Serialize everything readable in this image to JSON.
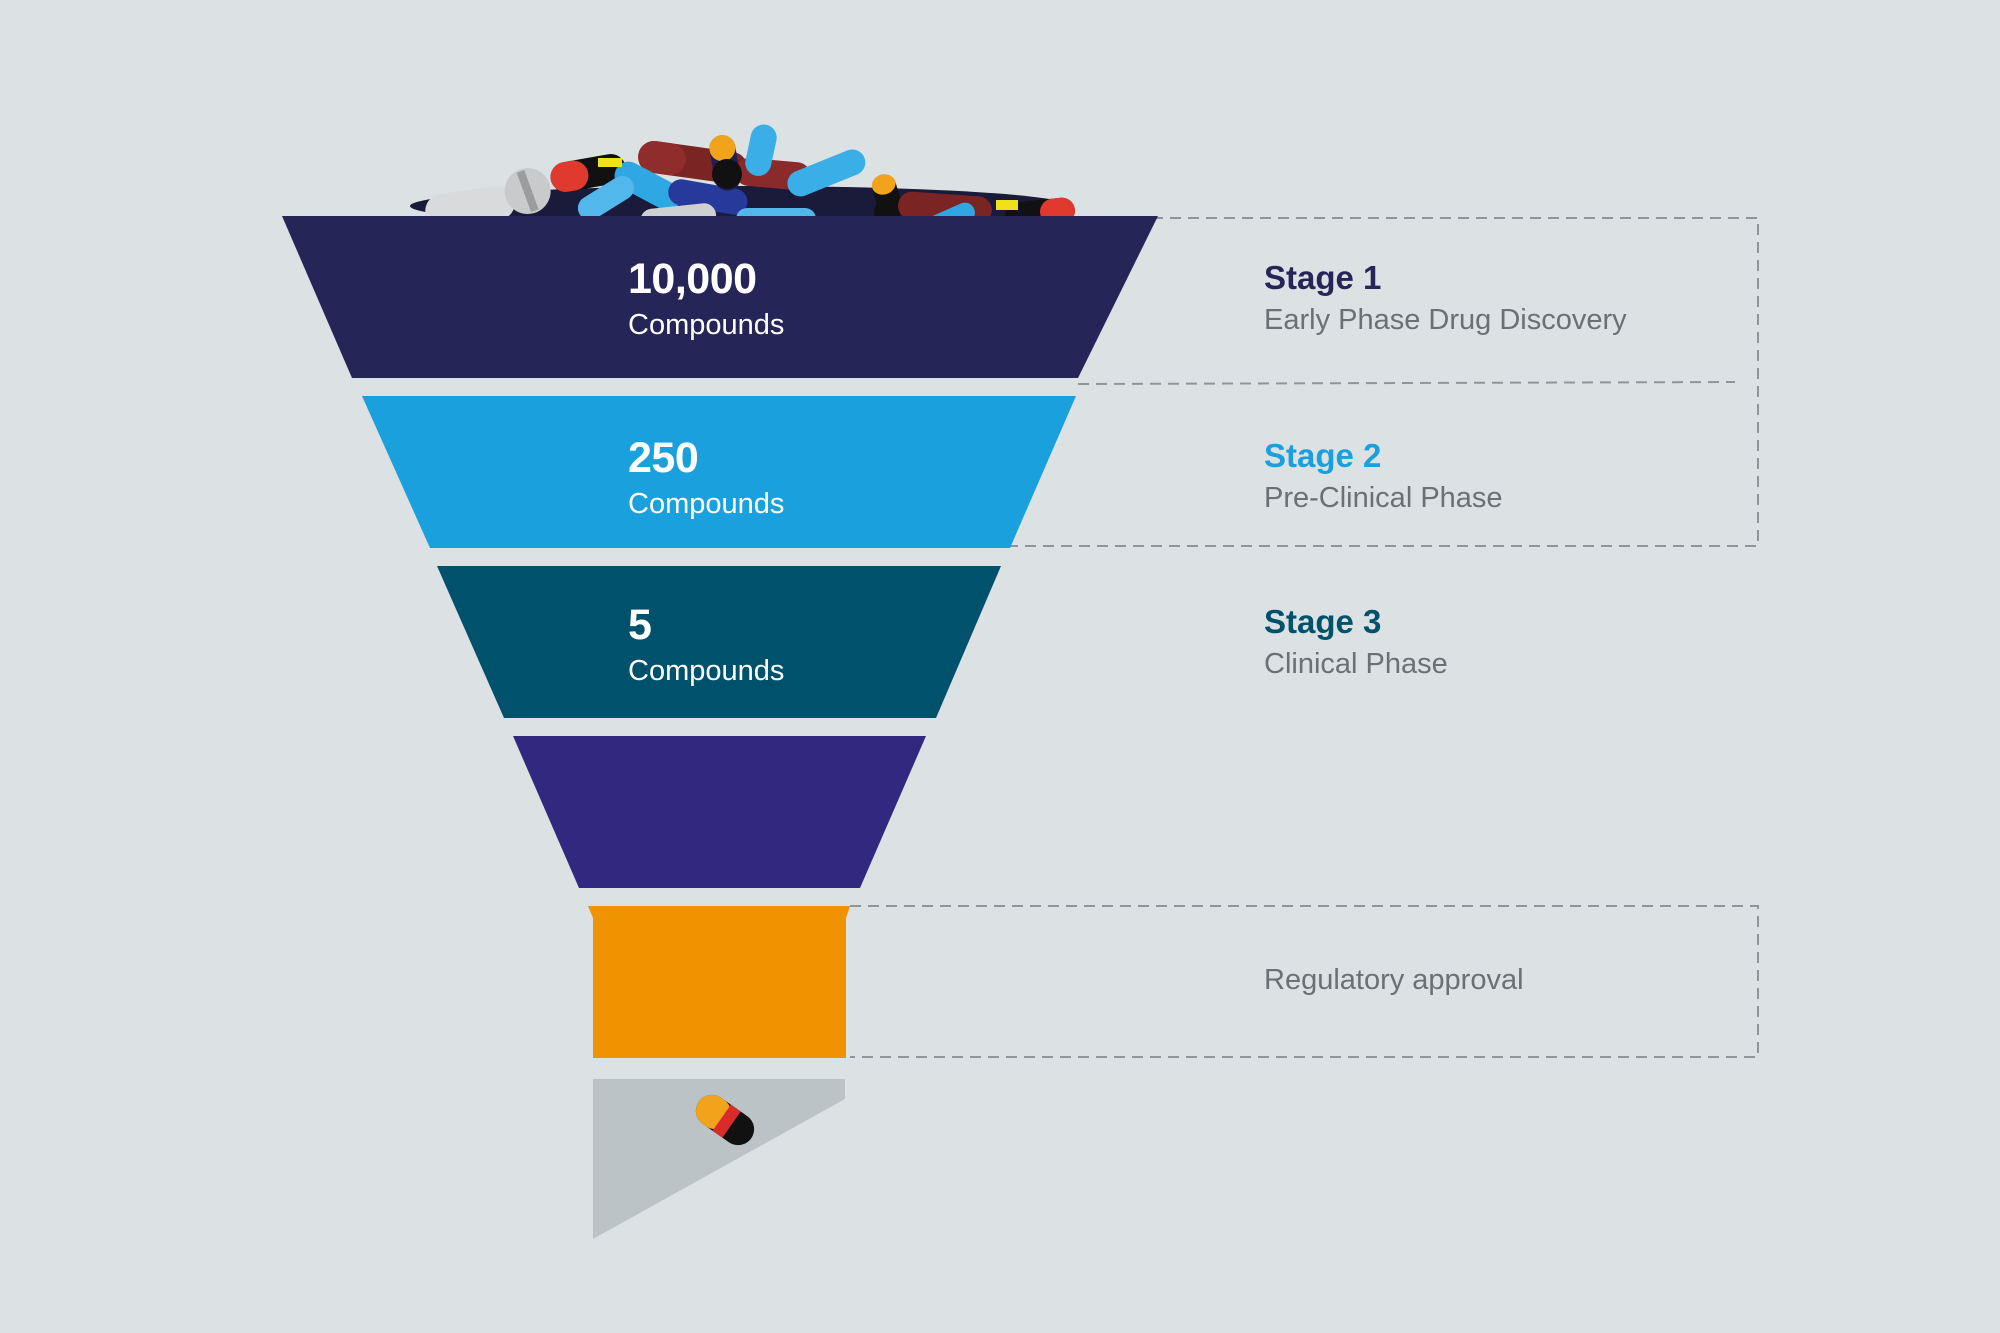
{
  "colors": {
    "background": "#dce1e4",
    "stage1": "#252558",
    "stage2": "#1aa0dc",
    "stage3": "#00516b",
    "stage4": "#33287f",
    "approval": "#f09300",
    "output": "#bcc3c6",
    "dashed_line": "#8f969b",
    "subtitle_text": "#6b7075"
  },
  "funnel": {
    "segments": [
      {
        "count": "10,000",
        "unit": "Compounds",
        "color": "#252558"
      },
      {
        "count": "250",
        "unit": "Compounds",
        "color": "#1aa0dc"
      },
      {
        "count": "5",
        "unit": "Compounds",
        "color": "#00516b"
      },
      {
        "count": "",
        "unit": "",
        "color": "#33287f"
      }
    ],
    "approval_color": "#f09300",
    "top_icon": "pile-of-pills-icon",
    "output_icon": "single-capsule-icon"
  },
  "stages": [
    {
      "title": "Stage 1",
      "subtitle": "Early Phase Drug Discovery",
      "title_color": "#252558"
    },
    {
      "title": "Stage 2",
      "subtitle": "Pre-Clinical Phase",
      "title_color": "#1aa0dc"
    },
    {
      "title": "Stage 3",
      "subtitle": "Clinical Phase",
      "title_color": "#00516b"
    }
  ],
  "approval": {
    "label": "Regulatory approval"
  }
}
